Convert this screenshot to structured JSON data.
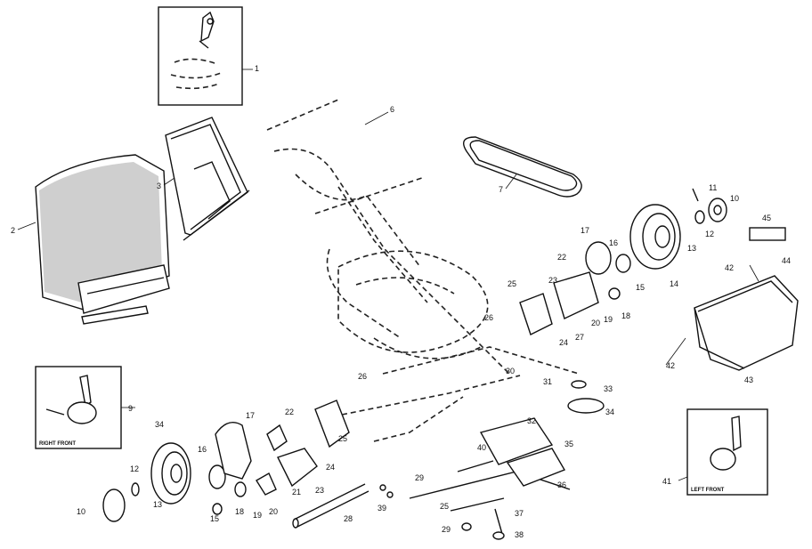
{
  "callouts": [
    {
      "n": "1"
    },
    {
      "n": "2"
    },
    {
      "n": "3"
    },
    {
      "n": "6"
    },
    {
      "n": "7"
    },
    {
      "n": "11"
    },
    {
      "n": "10"
    },
    {
      "n": "12"
    },
    {
      "n": "13"
    },
    {
      "n": "14"
    },
    {
      "n": "15"
    },
    {
      "n": "16"
    },
    {
      "n": "17"
    },
    {
      "n": "22"
    },
    {
      "n": "23"
    },
    {
      "n": "20"
    },
    {
      "n": "19"
    },
    {
      "n": "18"
    },
    {
      "n": "27"
    },
    {
      "n": "24"
    },
    {
      "n": "25"
    },
    {
      "n": "26"
    },
    {
      "n": "45"
    },
    {
      "n": "44"
    },
    {
      "n": "42"
    },
    {
      "n": "42"
    },
    {
      "n": "43"
    },
    {
      "n": "9"
    },
    {
      "n": "30"
    },
    {
      "n": "31"
    },
    {
      "n": "33"
    },
    {
      "n": "34"
    },
    {
      "n": "35"
    },
    {
      "n": "36"
    },
    {
      "n": "26"
    },
    {
      "n": "17"
    },
    {
      "n": "22"
    },
    {
      "n": "34"
    },
    {
      "n": "16"
    },
    {
      "n": "13"
    },
    {
      "n": "12"
    },
    {
      "n": "10"
    },
    {
      "n": "15"
    },
    {
      "n": "18"
    },
    {
      "n": "19"
    },
    {
      "n": "20"
    },
    {
      "n": "21"
    },
    {
      "n": "23"
    },
    {
      "n": "24"
    },
    {
      "n": "25"
    },
    {
      "n": "28"
    },
    {
      "n": "39"
    },
    {
      "n": "29"
    },
    {
      "n": "40"
    },
    {
      "n": "38"
    },
    {
      "n": "37"
    },
    {
      "n": "32"
    },
    {
      "n": "25"
    },
    {
      "n": "29"
    },
    {
      "n": "41"
    }
  ],
  "insets": {
    "right_front": "RIGHT FRONT",
    "left_front": "LEFT FRONT"
  }
}
